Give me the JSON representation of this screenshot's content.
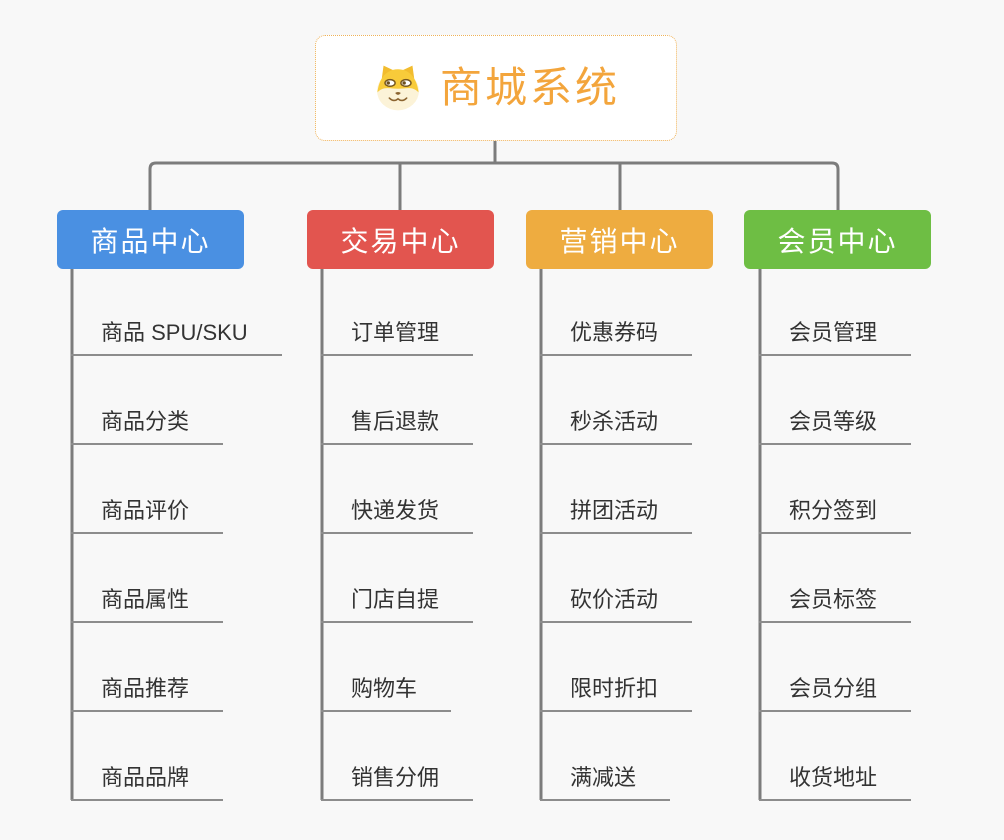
{
  "page": {
    "background_color": "#f8f8f8",
    "connector_color": "#7c7c7c"
  },
  "root": {
    "title": "商城系统",
    "icon": "doge-icon",
    "accent_color": "#f3a53c",
    "border_color": "#efb258"
  },
  "branches": [
    {
      "label": "商品中心",
      "color": "#4a90e2",
      "items": [
        "商品 SPU/SKU",
        "商品分类",
        "商品评价",
        "商品属性",
        "商品推荐",
        "商品品牌"
      ]
    },
    {
      "label": "交易中心",
      "color": "#e2554f",
      "items": [
        "订单管理",
        "售后退款",
        "快递发货",
        "门店自提",
        "购物车",
        "销售分佣"
      ]
    },
    {
      "label": "营销中心",
      "color": "#eeac40",
      "items": [
        "优惠券码",
        "秒杀活动",
        "拼团活动",
        "砍价活动",
        "限时折扣",
        "满减送"
      ]
    },
    {
      "label": "会员中心",
      "color": "#6ebe44",
      "items": [
        "会员管理",
        "会员等级",
        "积分签到",
        "会员标签",
        "会员分组",
        "收货地址"
      ]
    }
  ]
}
